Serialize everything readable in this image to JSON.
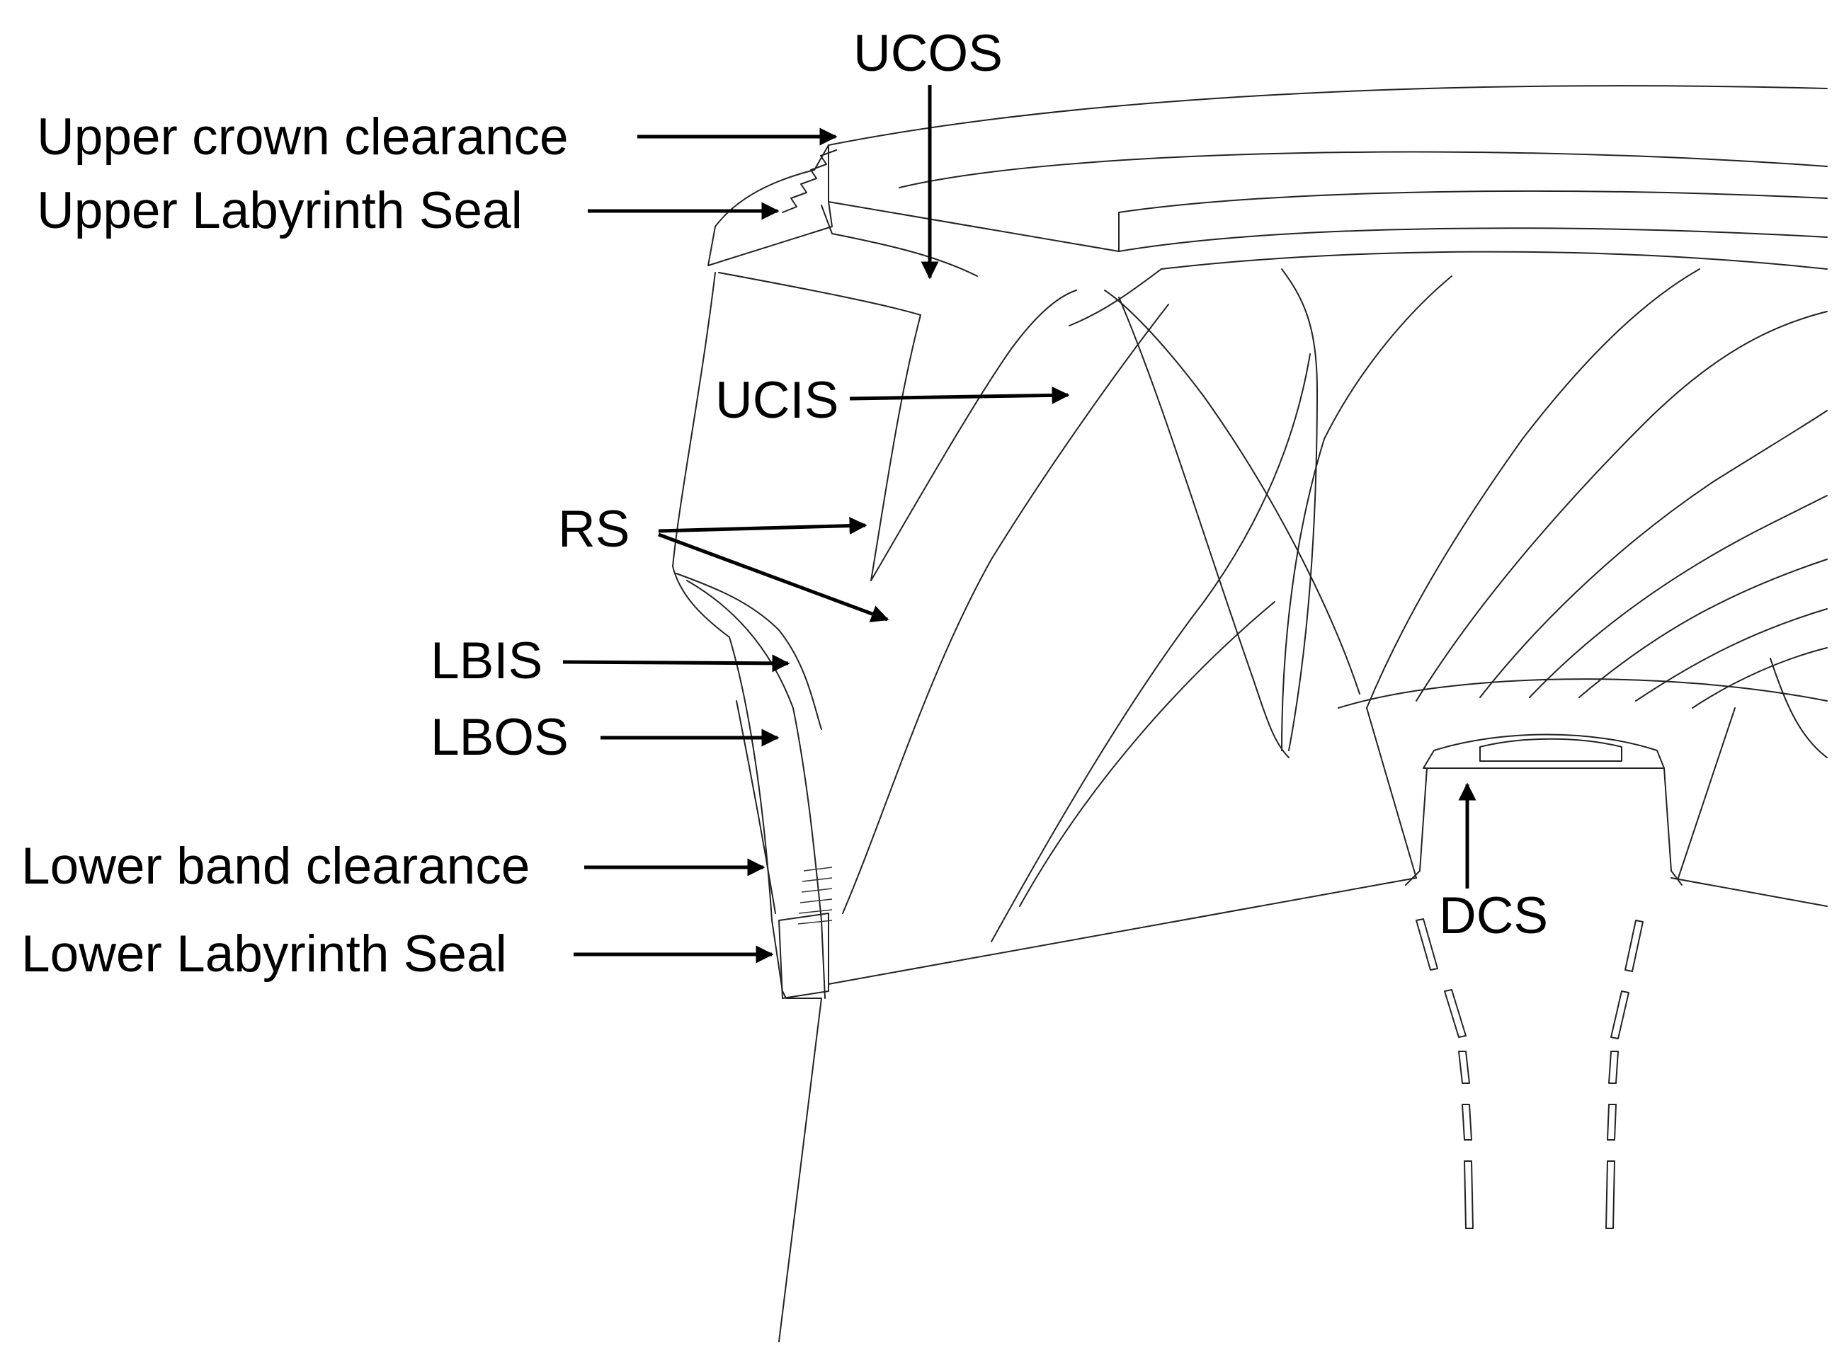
{
  "labels": {
    "ucos": "UCOS",
    "upper_crown_clearance": "Upper crown clearance",
    "upper_labyrinth_seal": "Upper Labyrinth Seal",
    "ucis": "UCIS",
    "rs": "RS",
    "lbis": "LBIS",
    "lbos": "LBOS",
    "lower_band_clearance": "Lower band clearance",
    "lower_labyrinth_seal": "Lower Labyrinth Seal",
    "dcs": "DCS"
  },
  "colors": {
    "line": "#222222",
    "arrow": "#000000",
    "background": "#ffffff"
  }
}
